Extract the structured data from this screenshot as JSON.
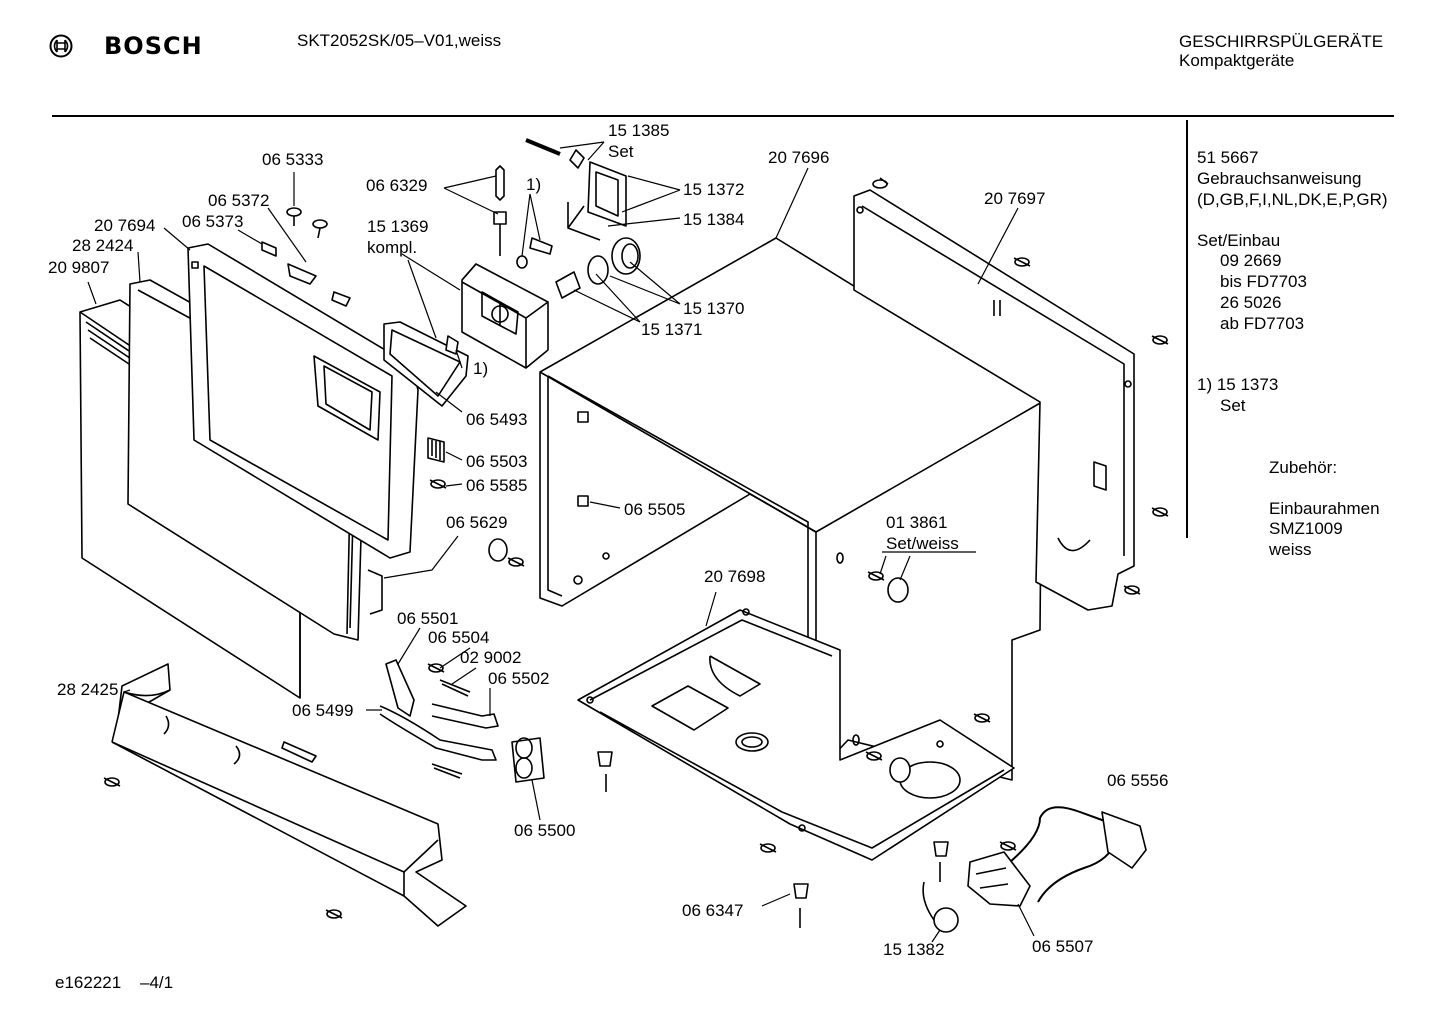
{
  "header": {
    "brand": "BOSCH",
    "model": "SKT2052SK/05–V01,weiss",
    "category": "GESCHIRRSPÜLGERÄTE",
    "subcategory": "Kompaktgeräte"
  },
  "side_notes": {
    "manual_code": "51 5667",
    "manual_title": "Gebrauchsanweisung",
    "manual_langs": "(D,GB,F,I,NL,DK,E,P,GR)",
    "set_title": "Set/Einbau",
    "set_line1": "09 2669",
    "set_line2": "bis FD7703",
    "set_line3": "26 5026",
    "set_line4": "ab FD7703",
    "note1_line1": "1) 15 1373",
    "note1_line2": "Set",
    "accessory_title": "Zubehör:",
    "accessory_line1": "Einbaurahmen",
    "accessory_line2": "SMZ1009",
    "accessory_line3": "weiss"
  },
  "footer": {
    "drawing_id": "e162221",
    "page": "–4/1"
  },
  "labels": {
    "p151385": "15 1385",
    "p151385_set": "Set",
    "p065333": "06 5333",
    "p066329": "06 6329",
    "note1_a": "1)",
    "p151372": "15 1372",
    "p151384": "15 1384",
    "p207696": "20 7696",
    "p207697": "20 7697",
    "p065372": "06 5372",
    "p065373": "06 5373",
    "p207694": "20 7694",
    "p282424": "28 2424",
    "p209807": "20 9807",
    "p151369": "15 1369",
    "p151369_k": "kompl.",
    "p151370": "15 1370",
    "p151371": "15 1371",
    "note1_b": "1)",
    "p065493": "06 5493",
    "p065503": "06 5503",
    "p065585": "06 5585",
    "p065505": "06 5505",
    "p065629": "06 5629",
    "p013861": "01 3861",
    "p013861_set": "Set/weiss",
    "p207698": "20 7698",
    "p065501": "06 5501",
    "p065504": "06 5504",
    "p029002": "02 9002",
    "p065502": "06 5502",
    "p282425": "28 2425",
    "p065499": "06 5499",
    "p065500": "06 5500",
    "p065556": "06 5556",
    "p066347": "06 6347",
    "p151382": "15 1382",
    "p065507": "06 5507"
  }
}
